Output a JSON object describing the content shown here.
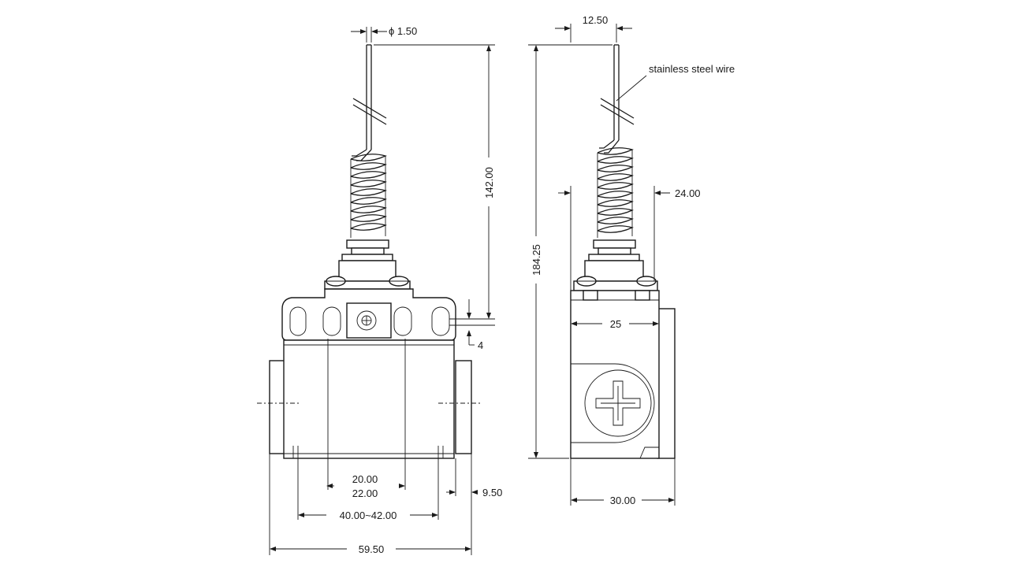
{
  "dims": {
    "wire_diameter": "ϕ 1.50",
    "wire_offset": "12.50",
    "total_height": "184.25",
    "wire_length": "142.00",
    "spring_width": "24.00",
    "body_width_side": "25",
    "depth": "30.00",
    "slot_pitch_inner": "20.00",
    "slot_pitch_outer": "22.00",
    "mount_range": "40.00~42.00",
    "boss_width": "9.50",
    "overall_width": "59.50",
    "slot_gap": "4"
  },
  "callouts": {
    "wire_material": "stainless steel wire"
  },
  "colors": {
    "line": "#1a1a1a",
    "background": "#ffffff"
  }
}
